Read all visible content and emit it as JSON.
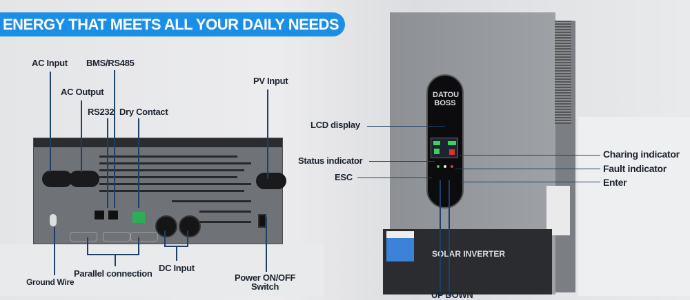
{
  "banner": {
    "title": "ENERGY THAT MEETS ALL YOUR DAILY NEEDS",
    "color": "#1b8ee8"
  },
  "rear_labels": {
    "ac_input": "AC Input",
    "bms_rs485": "BMS/RS485",
    "ac_output": "AC Output",
    "rs232": "RS232",
    "dry_contact": "Dry Contact",
    "pv_input": "PV Input",
    "ground_wire": "Ground Wire",
    "parallel_connection": "Parallel connection",
    "dc_input": "DC Input",
    "power_switch_line1": "Power ON/OFF",
    "power_switch_line2": "Switch"
  },
  "front_labels": {
    "lcd_display": "LCD display",
    "status_indicator": "Status indicator",
    "esc": "ESC",
    "charging_indicator": "Charing indicator",
    "fault_indicator": "Fault indicator",
    "enter": "Enter",
    "up_down": "UP DOWN"
  },
  "product": {
    "brand_line1": "DATOU",
    "brand_line2": "BOSS",
    "model_text": "SOLAR INVERTER"
  },
  "line_color": "#1e3f66"
}
